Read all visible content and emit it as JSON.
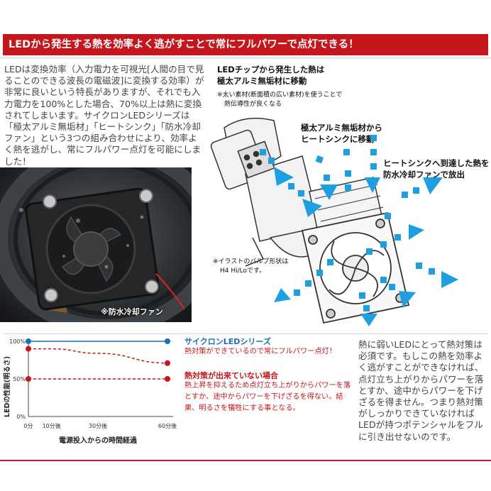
{
  "banner": {
    "title": "LEDから発生する熱を効率よく逃がすことで常にフルパワーで点灯できる！"
  },
  "intro": {
    "text": "LEDは変換効率（入力電力を可視光[人間の目で見ることのできる波長の電磁波]に変換する効率）が非常に良いという特長がありますが、それでも入力電力を100%とした場合、70%以上は熱に変換されてしまいます。サイクロンLEDシリーズは「極太アルミ無垢材」「ヒートシンク」「防水冷却ファン」という3つの組み合わせにより、効率よく熱を逃がし、常にフルパワー点灯を可能にしました！"
  },
  "photo": {
    "caption": "※防水冷却ファン"
  },
  "diagram": {
    "label1_line1": "LEDチップから発生した熱は",
    "label1_line2": "極太アルミ無垢材に移動",
    "note1_line1": "※太い素材(断面積の広い素材)を使うことで",
    "note1_line2": "熱伝導性が良くなる",
    "label2_line1": "極太アルミ無垢材から",
    "label2_line2": "ヒートシンクに移動",
    "label3_line1": "ヒートシンクへ到達した熱を",
    "label3_line2": "防水冷却ファンで放出",
    "bulb_note_line1": "※イラストのバルブ形状は",
    "bulb_note_line2": "H4 Hi/Loです。",
    "arrow_color": "#1ea0e0"
  },
  "chart_data": {
    "type": "line",
    "ylabel": "LEDの性能(明るさ)",
    "xlabel": "電源投入からの時間経過",
    "categories": [
      "0分",
      "10分後",
      "30分後",
      "60分後"
    ],
    "x": [
      0,
      10,
      30,
      60
    ],
    "yticks": [
      "0%",
      "50%",
      "100%"
    ],
    "ylim": [
      0,
      100
    ],
    "series": [
      {
        "name": "サイクロンLEDシリーズ",
        "color": "#1a6fb5",
        "style": "solid",
        "x": [
          0,
          60
        ],
        "values": [
          100,
          100
        ]
      },
      {
        "name": "熱対策が出来ていない場合",
        "color": "#c4161c",
        "style": "dashed",
        "x": [
          0,
          10,
          30,
          60
        ],
        "values": [
          90,
          90,
          84,
          71
        ]
      },
      {
        "name": "熱対策が出来ていない場合",
        "color": "#c4161c",
        "style": "dashed",
        "x": [
          0,
          60
        ],
        "values": [
          50,
          50
        ]
      }
    ]
  },
  "legend": {
    "cyclone_title": "サイクロンLEDシリーズ",
    "cyclone_desc": "熱対策ができているので常にフルパワー点灯！",
    "nocool_title": "熱対策が出来ていない場合",
    "nocool_desc": "熱上昇を抑えるため点灯立ち上がりからパワーを落とすか、途中からパワーを下げざるを得ない。結果、明るさを犠牲にする事となる。"
  },
  "side": {
    "text": "熱に弱いLEDにとって熱対策は必須です。もしこの熱を効率よく逃がすことができなければ、点灯立ち上がりからパワーを落とすか、途中からパワーを下げざるを得ません。つまり熱対策がしっかりできていなければLEDが持つポテンシャルをフルに引き出せないのです。"
  },
  "colors": {
    "accent_red": "#c4161c",
    "accent_blue": "#1ea0e0",
    "line_blue": "#1a6fb5"
  }
}
